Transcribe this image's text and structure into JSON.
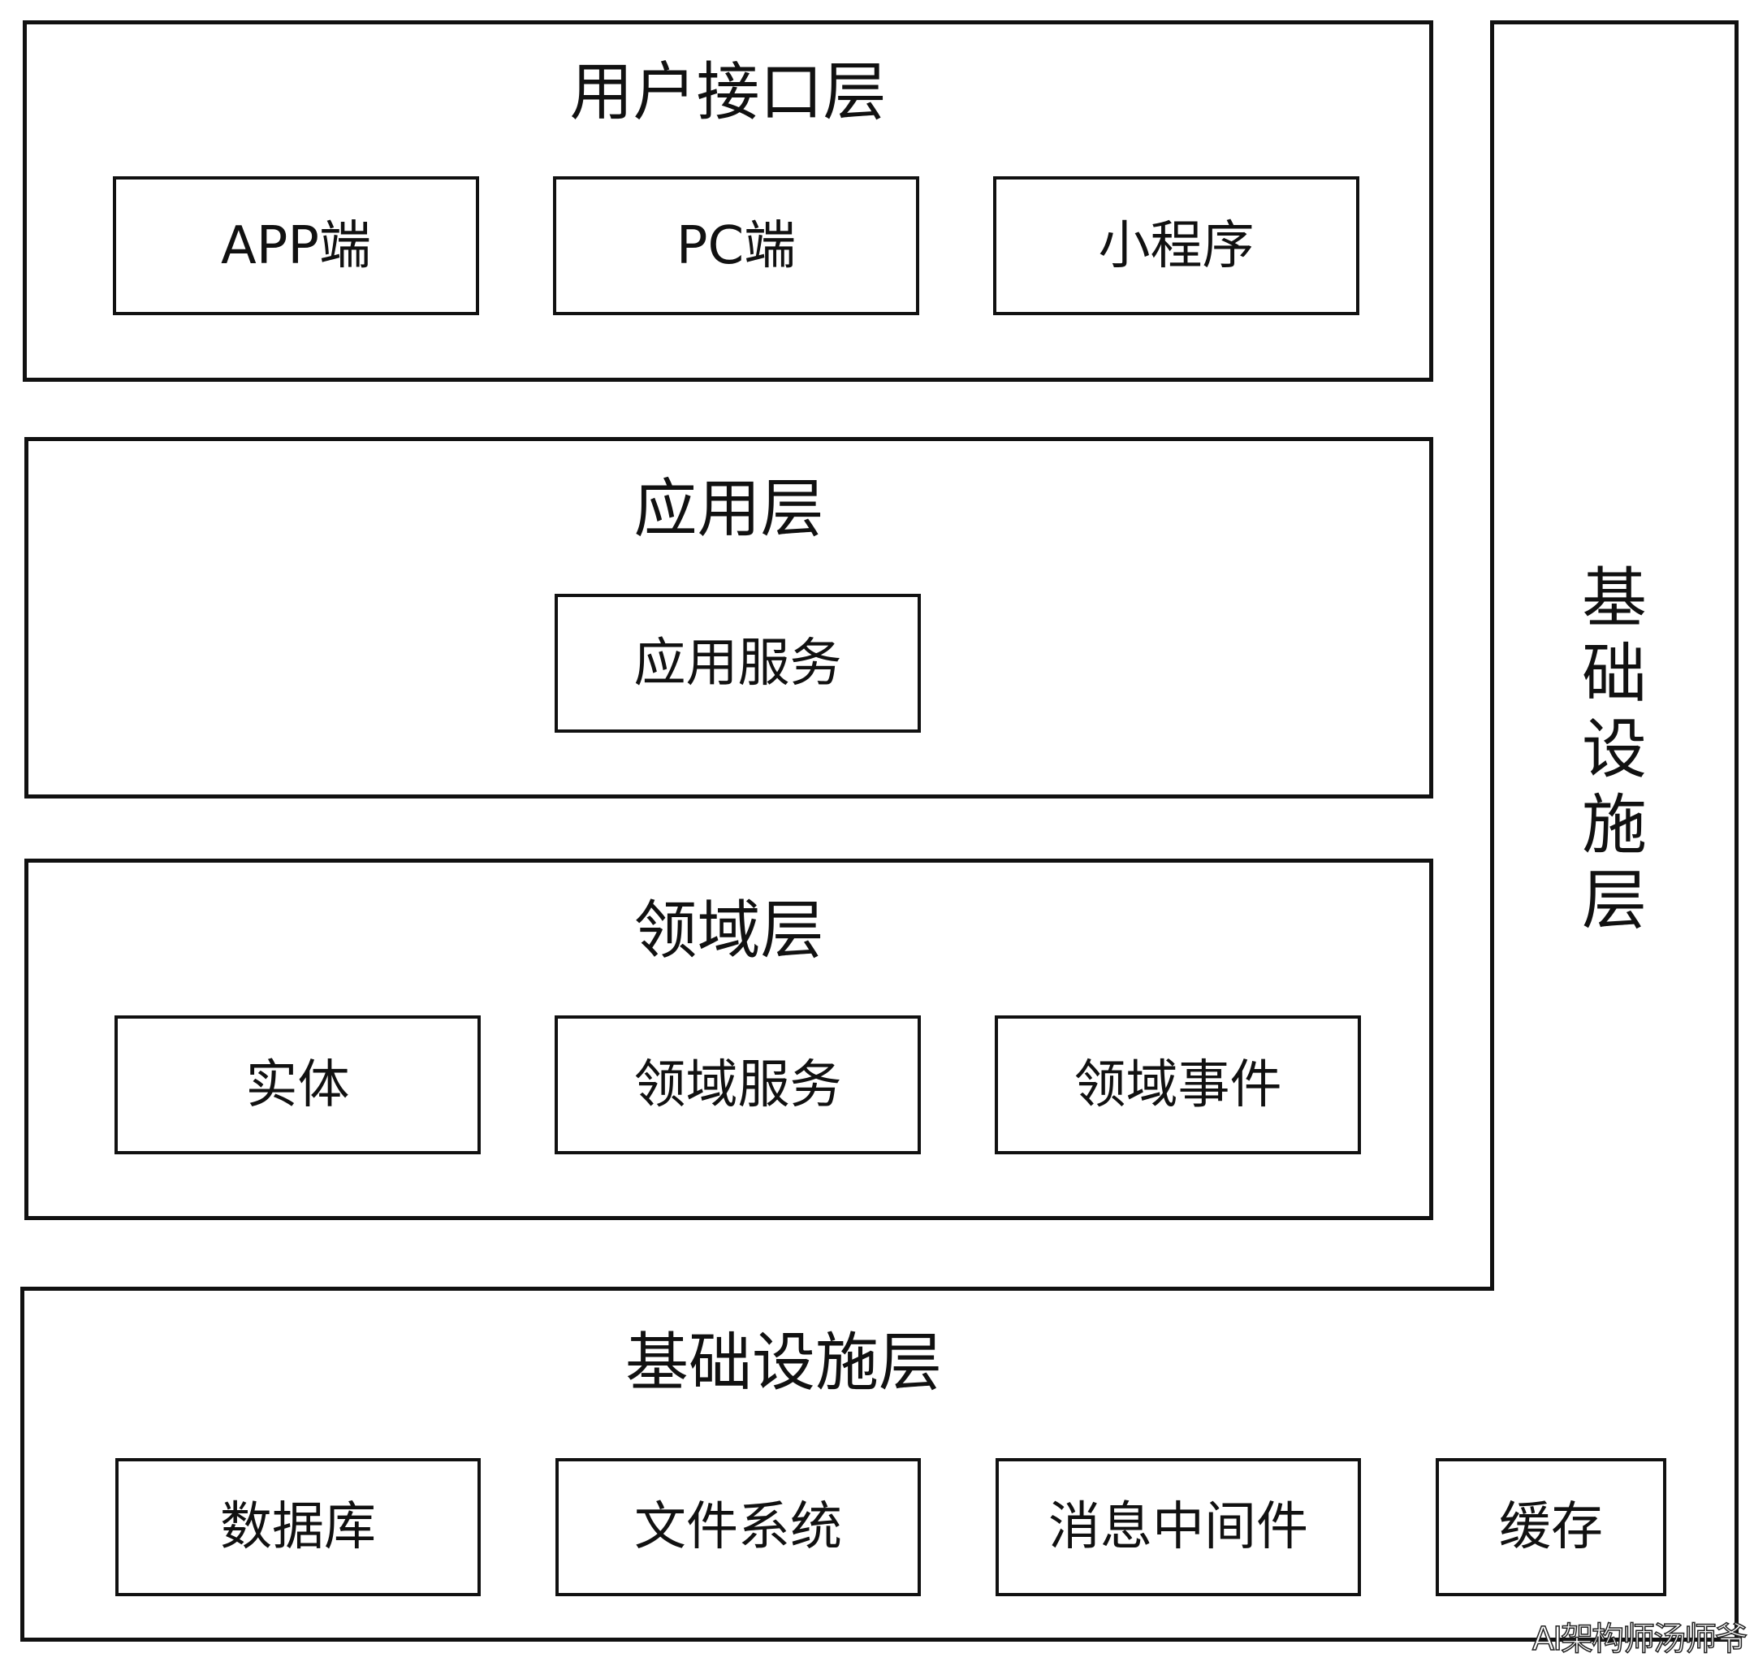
{
  "user_layer": {
    "title": "用户接口层",
    "items": [
      "APP端",
      "PC端",
      "小程序"
    ]
  },
  "app_layer": {
    "title": "应用层",
    "items": [
      "应用服务"
    ]
  },
  "domain_layer": {
    "title": "领域层",
    "items": [
      "实体",
      "领域服务",
      "领域事件"
    ]
  },
  "infra_layer": {
    "title": "基础设施层",
    "side_title": [
      "基",
      "础",
      "设",
      "施",
      "层"
    ],
    "items": [
      "数据库",
      "文件系统",
      "消息中间件",
      "缓存"
    ]
  },
  "watermark": "AI架构师汤师爷"
}
